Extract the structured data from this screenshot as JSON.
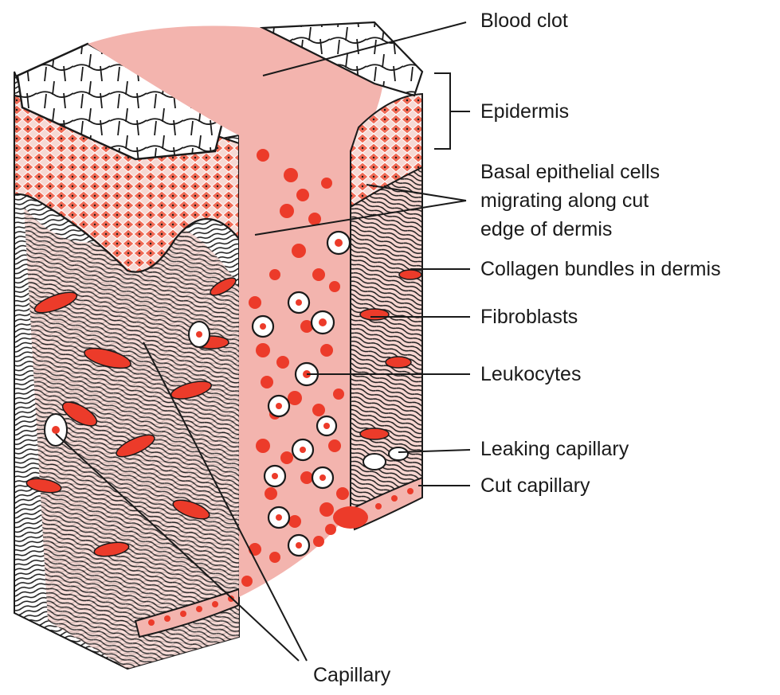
{
  "labels": {
    "blood_clot": "Blood clot",
    "epidermis": "Epidermis",
    "basal_line1": "Basal epithelial cells",
    "basal_line2": "migrating along cut",
    "basal_line3": "edge of dermis",
    "collagen": "Collagen bundles in dermis",
    "fibroblasts": "Fibroblasts",
    "leukocytes": "Leukocytes",
    "leaking_capillary": "Leaking capillary",
    "cut_capillary": "Cut capillary",
    "capillary": "Capillary"
  },
  "colors": {
    "clot_pink": "#f3b4ae",
    "dermis_pink": "#f7c9c3",
    "red_cell": "#ec3b2a",
    "epidermis_red": "#f06a55",
    "ink": "#1a1a1a"
  }
}
